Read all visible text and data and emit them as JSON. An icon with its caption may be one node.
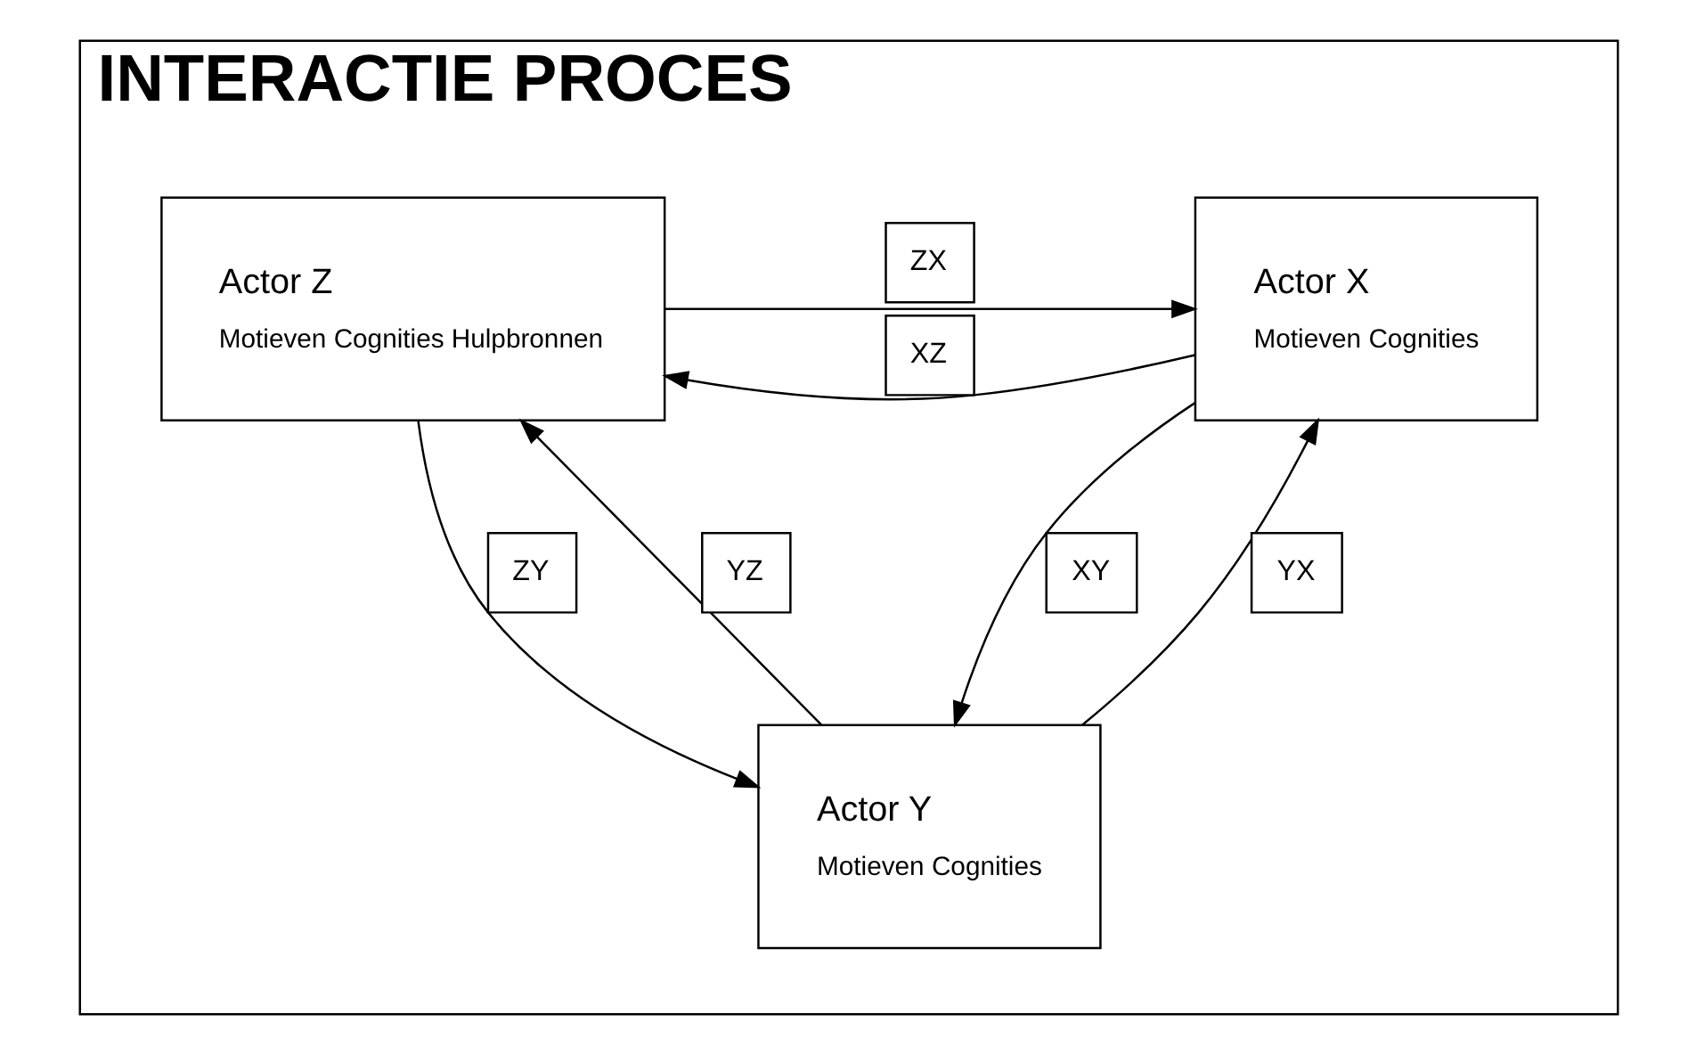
{
  "diagram": {
    "nodes": [
      {
        "text": [
          "INTERACTIE PROCES"
        ]
      },
      {
        "text": [
          "Actor Y",
          "Motieven Cognities"
        ],
        "in": 0
      },
      {
        "text": [
          "Actor Z",
          "Motieven Cognities Hulpbronnen"
        ],
        "in": 0
      },
      {
        "text": [
          "Actor X",
          "Motieven Cognities"
        ],
        "in": 0
      }
    ],
    "edges": [
      {
        "from": 1,
        "to": 3,
        "arrow": "to",
        "label": "YX"
      },
      {
        "from": 3,
        "to": 1,
        "arrow": "to",
        "label": "XY"
      },
      {
        "from": 1,
        "to": 2,
        "arrow": "to",
        "label": "YZ"
      },
      {
        "from": 2,
        "to": 1,
        "arrow": "to",
        "label": "ZY"
      },
      {
        "from": 2,
        "to": 3,
        "arrow": "to",
        "label": "ZX"
      },
      {
        "from": 3,
        "to": 2,
        "arrow": "to",
        "label": "XZ"
      }
    ]
  }
}
